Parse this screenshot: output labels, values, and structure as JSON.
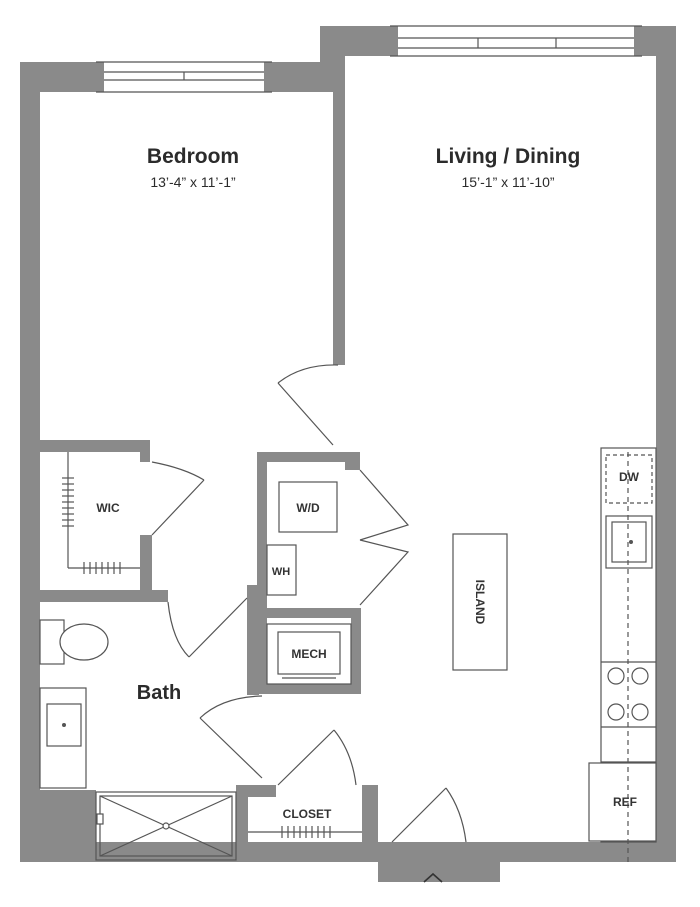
{
  "colors": {
    "wall": "#8a8a8a",
    "line": "#555555",
    "text": "#2b2b2b",
    "background": "#ffffff"
  },
  "rooms": {
    "bedroom": {
      "name": "Bedroom",
      "dimensions": "13’-4” x 11’-1”"
    },
    "living_dining": {
      "name": "Living / Dining",
      "dimensions": "15’-1” x 11’-10”"
    },
    "bath": {
      "name": "Bath"
    }
  },
  "fixtures": {
    "wic": "WIC",
    "wd": "W/D",
    "wh": "WH",
    "mech": "MECH",
    "island": "ISLAND",
    "dw": "DW",
    "ref": "REF",
    "closet": "CLOSET"
  },
  "icons": {
    "entry": "chevron-up-icon"
  }
}
